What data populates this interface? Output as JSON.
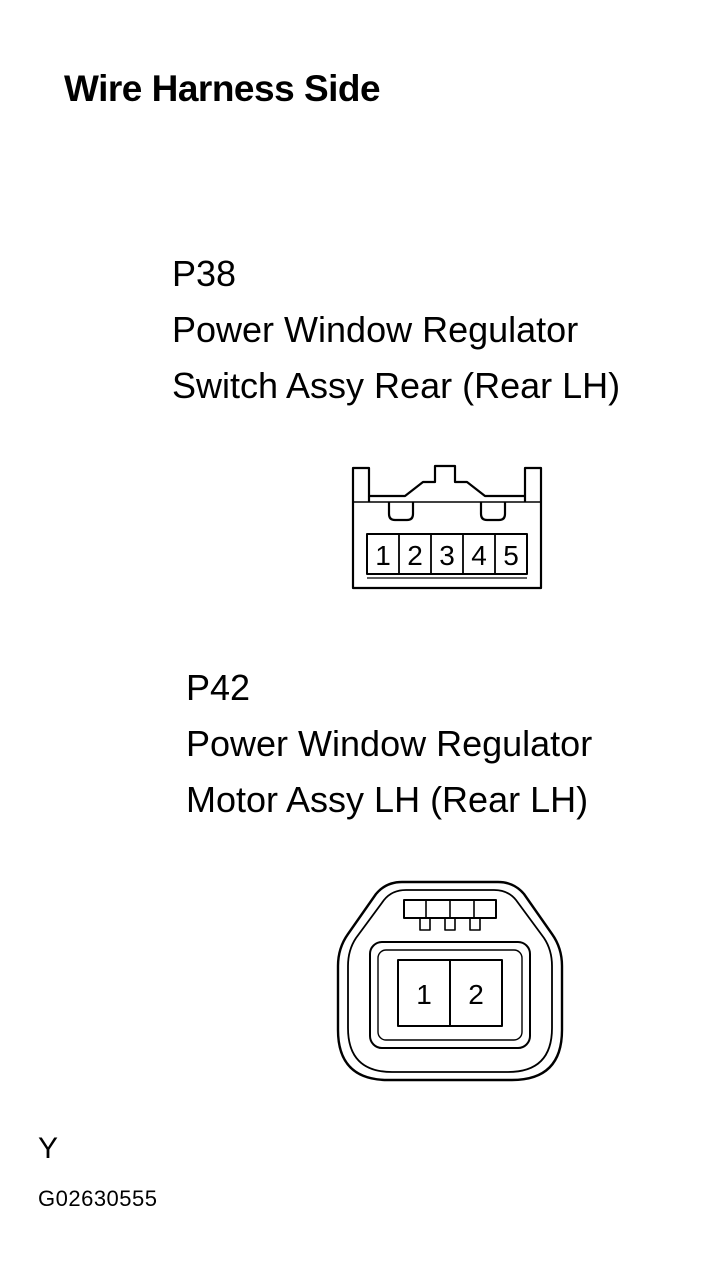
{
  "heading": "Wire Harness Side",
  "connectors": [
    {
      "code": "P38",
      "name_line1": "Power Window Regulator",
      "name_line2": "Switch Assy Rear (Rear LH)",
      "pins": [
        "1",
        "2",
        "3",
        "4",
        "5"
      ]
    },
    {
      "code": "P42",
      "name_line1": "Power Window Regulator",
      "name_line2": "Motor Assy LH (Rear LH)",
      "pins": [
        "1",
        "2"
      ]
    }
  ],
  "footer": {
    "mark": "Y",
    "code": "G02630555"
  }
}
